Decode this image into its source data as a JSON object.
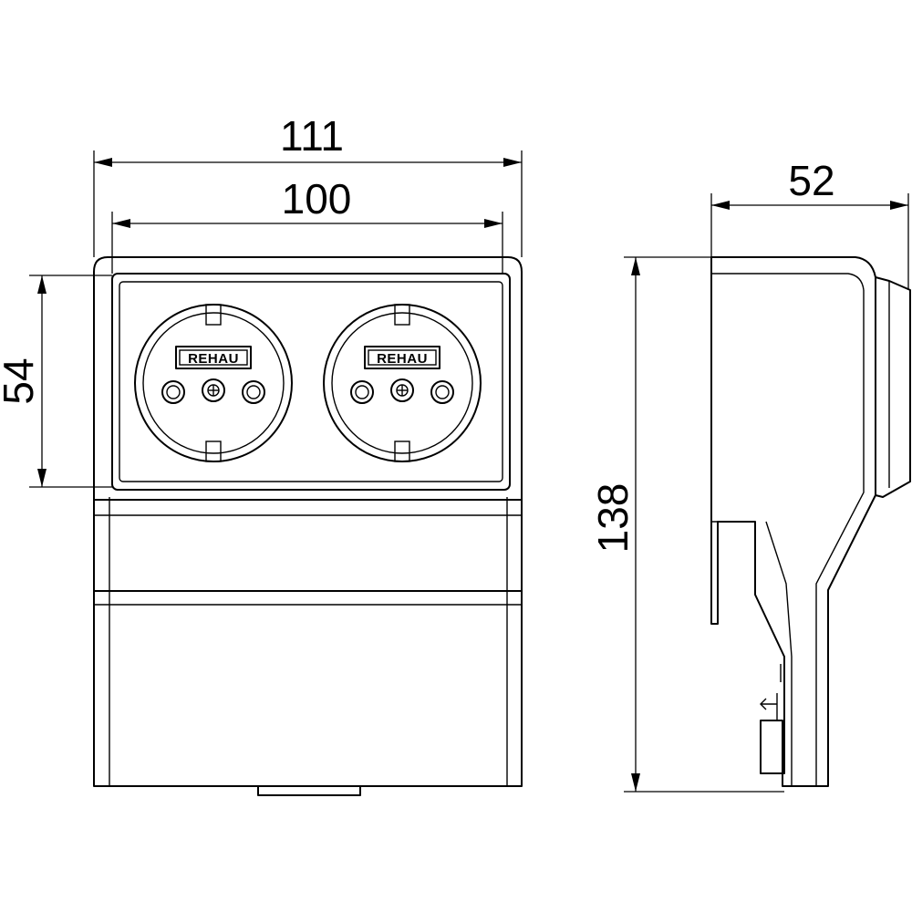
{
  "dimensions": {
    "overall_width": "111",
    "inner_width": "100",
    "frame_height": "54",
    "total_height": "138",
    "depth": "52"
  },
  "sockets": [
    {
      "brand_label": "REHAU"
    },
    {
      "brand_label": "REHAU"
    }
  ],
  "colors": {
    "line": "#000000",
    "background": "#ffffff"
  }
}
